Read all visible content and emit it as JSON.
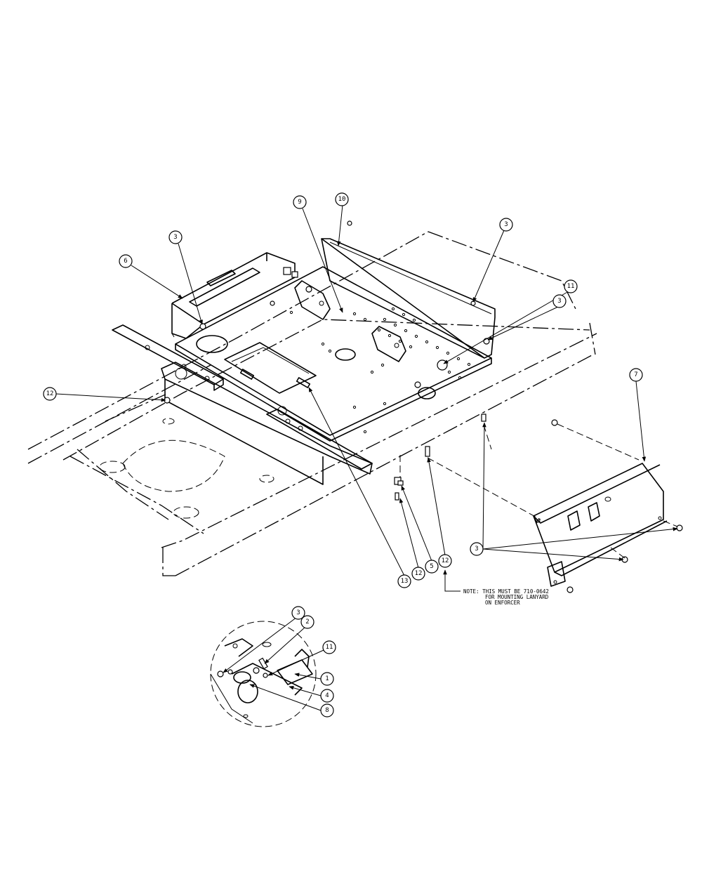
{
  "callouts": [
    {
      "label": "3"
    },
    {
      "label": "6"
    },
    {
      "label": "9"
    },
    {
      "label": "10"
    },
    {
      "label": "3"
    },
    {
      "label": "11"
    },
    {
      "label": "3"
    },
    {
      "label": "7"
    },
    {
      "label": "12"
    },
    {
      "label": "3"
    },
    {
      "label": "13"
    },
    {
      "label": "12"
    },
    {
      "label": "5"
    },
    {
      "label": "12"
    },
    {
      "label": "3"
    },
    {
      "label": "2"
    },
    {
      "label": "11"
    },
    {
      "label": "1"
    },
    {
      "label": "4"
    },
    {
      "label": "8"
    }
  ],
  "note": {
    "line1": "NOTE: THIS MUST BE 710-0642",
    "line2": "FOR MOUNTING LANYARD",
    "line3": "ON ENFORCER"
  }
}
